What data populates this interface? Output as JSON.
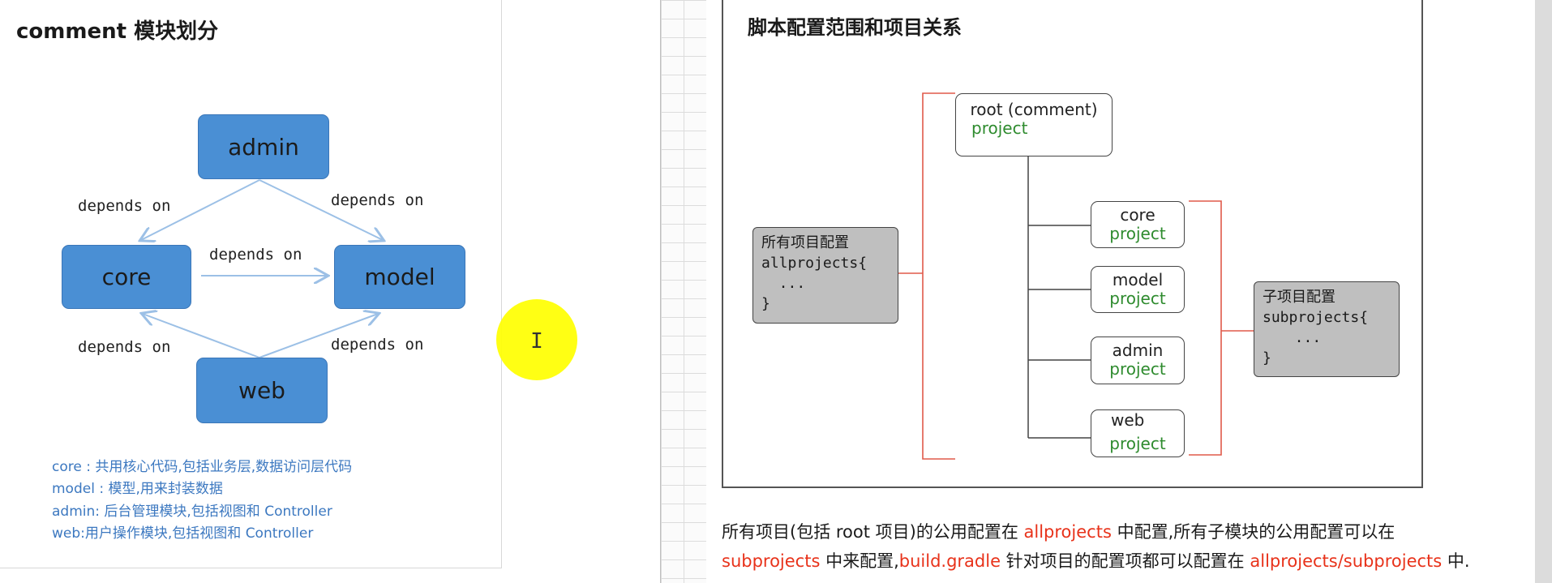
{
  "left": {
    "title": "comment 模块划分",
    "nodes": {
      "admin": "admin",
      "core": "core",
      "model": "model",
      "web": "web"
    },
    "depends_label": "depends on",
    "legend": [
      "core : 共用核心代码,包括业务层,数据访问层代码",
      "model : 模型,用来封装数据",
      "admin: 后台管理模块,包括视图和 Controller",
      "web:用户操作模块,包括视图和 Controller"
    ]
  },
  "right": {
    "title": "脚本配置范围和项目关系",
    "root_label": "root (comment)",
    "project_word": "project",
    "children": [
      "core",
      "model",
      "admin",
      "web"
    ],
    "allprojects_box": {
      "title": "所有项目配置",
      "line1": "allprojects{",
      "line2": "  ...",
      "line3": "}"
    },
    "subprojects_box": {
      "title": "子项目配置",
      "line1": "subprojects{",
      "line2": "  ...",
      "line3": "}"
    },
    "bottom_line1": {
      "a": "所有项目(包括 root 项目)的公用配置在 ",
      "b": "allprojects",
      "c": " 中配置,所有子模块的公用配置可以在"
    },
    "bottom_line2": {
      "a": "subprojects",
      "b": " 中来配置,",
      "c": "build.gradle",
      "d": " 针对项目的配置项都可以配置在 ",
      "e": "allprojects/subprojects",
      "f": " 中."
    }
  },
  "cursor_glyph": "I",
  "colors": {
    "node_blue": "#4a8fd4",
    "arrow_blue": "#9cc0e6",
    "legend_blue": "#3c78c0",
    "bracket_red": "#e05a4a",
    "project_green": "#2e8b2e",
    "highlight_red": "#e8321a",
    "cursor_yellow": "#ffff00"
  }
}
